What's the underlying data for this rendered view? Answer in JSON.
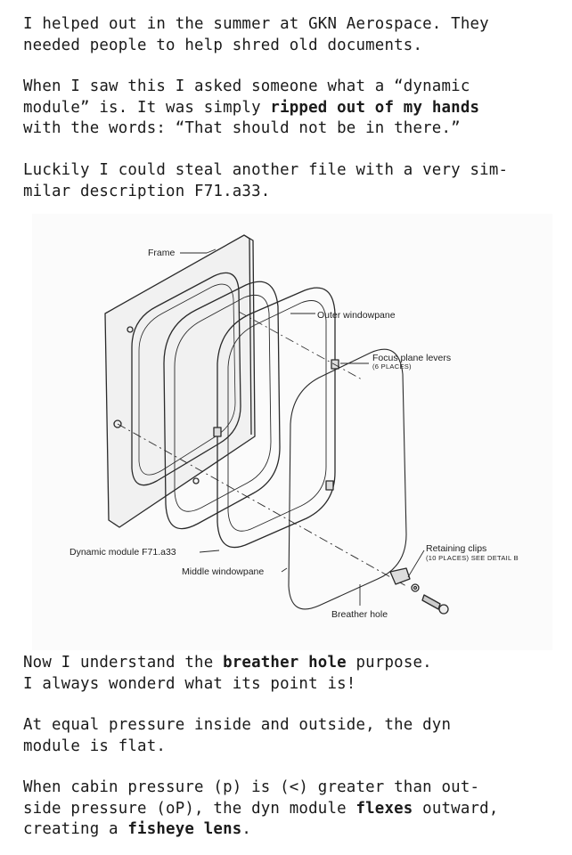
{
  "text": {
    "p1": [
      "I helped out in the summer at GKN Aerospace. They",
      "needed people to help shred old documents."
    ],
    "p2": {
      "l1": "When I saw this I asked someone what a “dynamic",
      "l2a": "module” is. It was simply ",
      "l2b": "ripped out of my hands",
      "l3": "with the words: “That should not be in there.”"
    },
    "p3": [
      "Luckily I could steal another file with a very sim-",
      "milar description F71.a33."
    ],
    "p4": {
      "l1a": "Now I understand the ",
      "l1b": "breather hole",
      "l1c": " purpose.",
      "l2": "I always wonderd what its point is!"
    },
    "p5": [
      "At equal pressure inside and outside, the dyn",
      "module is flat."
    ],
    "p6": {
      "l1": "When cabin pressure (p) is (<) greater than out-",
      "l2a": "side pressure (oP), the dyn module ",
      "l2b": "flexes",
      "l2c": " outward,",
      "l3a": "creating a ",
      "l3b": "fisheye lens",
      "l3c": "."
    }
  },
  "figure": {
    "labels": {
      "frame": "Frame",
      "outer_windowpane": "Outer windowpane",
      "focus_plane_levers": "Focus plane levers",
      "focus_plane_levers_note": "(6 PLACES)",
      "retaining_clips": "Retaining clips",
      "retaining_clips_note": "(10 PLACES) SEE DETAIL B",
      "dynamic_module": "Dynamic module F71.a33",
      "middle_windowpane": "Middle windowpane",
      "breather_hole": "Breather hole"
    }
  }
}
